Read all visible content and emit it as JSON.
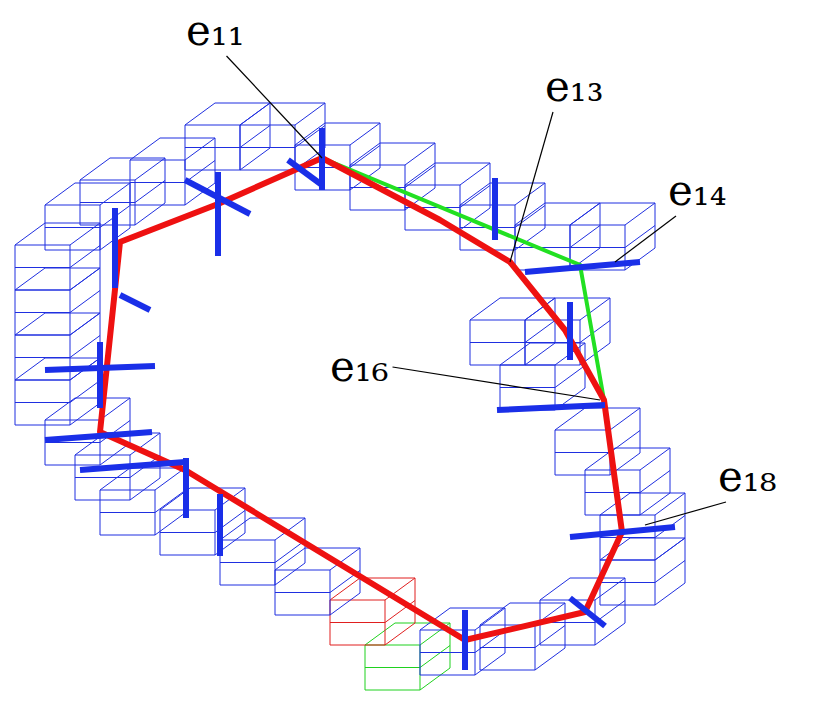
{
  "diagram": {
    "labels": [
      "e₁₁",
      "e₁₃",
      "e₁₄",
      "e₁₆",
      "e₁₈"
    ]
  }
}
